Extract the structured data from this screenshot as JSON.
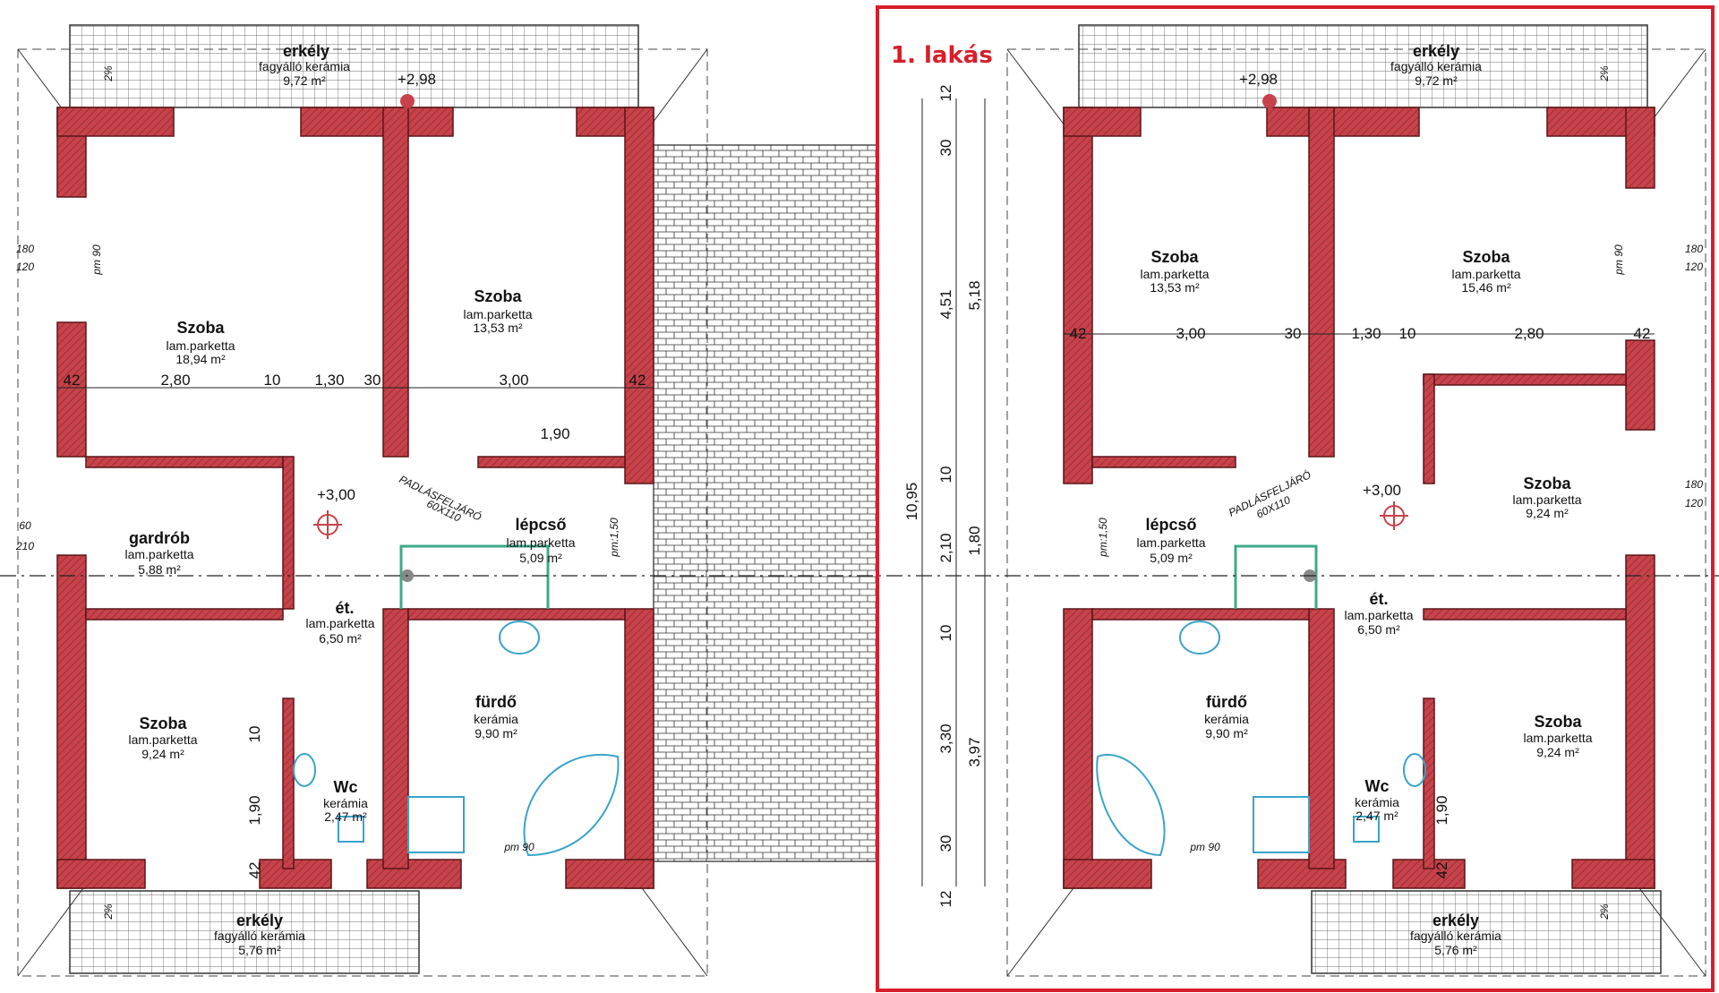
{
  "title": "1. lakás",
  "colors": {
    "wall": "#c7424a",
    "wall_edge": "#6b1a1e",
    "accent_frame": "#d81e2a",
    "fixture": "#3aa3c9",
    "stair": "#3fa98a"
  },
  "units": [
    {
      "rooms": [
        {
          "name": "Szoba",
          "floor": "lam.parketta",
          "area": "18,94 m²"
        },
        {
          "name": "Szoba",
          "floor": "lam.parketta",
          "area": "13,53 m²"
        },
        {
          "name": "gardrób",
          "floor": "lam.parketta",
          "area": "5,88 m²"
        },
        {
          "name": "lépcső",
          "floor": "lam.parketta",
          "area": "5,09 m²"
        },
        {
          "name": "ét.",
          "floor": "lam.parketta",
          "area": "6,50 m²"
        },
        {
          "name": "Szoba",
          "floor": "lam.parketta",
          "area": "9,24 m²"
        },
        {
          "name": "fürdő",
          "floor": "kerámia",
          "area": "9,90 m²"
        },
        {
          "name": "Wc",
          "floor": "kerámia",
          "area": "2,47 m²"
        },
        {
          "name": "erkély",
          "floor": "fagyálló kerámia",
          "area": "9,72 m²"
        },
        {
          "name": "erkély",
          "floor": "fagyálló kerámia",
          "area": "5,76 m²"
        }
      ],
      "levels": [
        "+2,98",
        "+3,00"
      ],
      "dims": [
        "2,80",
        "10",
        "1,30",
        "30",
        "3,00",
        "42",
        "42",
        "1,90",
        "1,90",
        "10",
        "42"
      ],
      "notes": [
        "PADLÁSFELJÁRÓ",
        "60X110",
        "pm 90",
        "pm 90",
        "pm:1,50",
        "2%",
        "2%",
        "180",
        "120",
        "60",
        "210"
      ]
    },
    {
      "rooms": [
        {
          "name": "Szoba",
          "floor": "lam.parketta",
          "area": "13,53 m²"
        },
        {
          "name": "Szoba",
          "floor": "lam.parketta",
          "area": "15,46 m²"
        },
        {
          "name": "lépcső",
          "floor": "lam.parketta",
          "area": "5,09 m²"
        },
        {
          "name": "Szoba",
          "floor": "lam.parketta",
          "area": "9,24 m²"
        },
        {
          "name": "ét.",
          "floor": "lam.parketta",
          "area": "6,50 m²"
        },
        {
          "name": "fürdő",
          "floor": "kerámia",
          "area": "9,90 m²"
        },
        {
          "name": "Wc",
          "floor": "kerámia",
          "area": "2,47 m²"
        },
        {
          "name": "Szoba",
          "floor": "lam.parketta",
          "area": "9,24 m²"
        },
        {
          "name": "erkély",
          "floor": "fagyálló kerámia",
          "area": "9,72 m²"
        },
        {
          "name": "erkély",
          "floor": "fagyálló kerámia",
          "area": "5,76 m²"
        }
      ],
      "levels": [
        "+2,98",
        "+3,00"
      ],
      "dims": [
        "42",
        "3,00",
        "30",
        "1,30",
        "10",
        "2,80",
        "42",
        "1,90",
        "42"
      ],
      "notes": [
        "PADLÁSFELJÁRÓ",
        "60X110",
        "pm 90",
        "pm 90",
        "pm:1,50",
        "2%",
        "2%",
        "180",
        "120",
        "180",
        "120"
      ]
    }
  ],
  "middle_dims": [
    "12",
    "30",
    "4,51",
    "5,18",
    "10,95",
    "10",
    "2,10",
    "1,80",
    "10",
    "3,30",
    "3,97",
    "30",
    "12"
  ]
}
